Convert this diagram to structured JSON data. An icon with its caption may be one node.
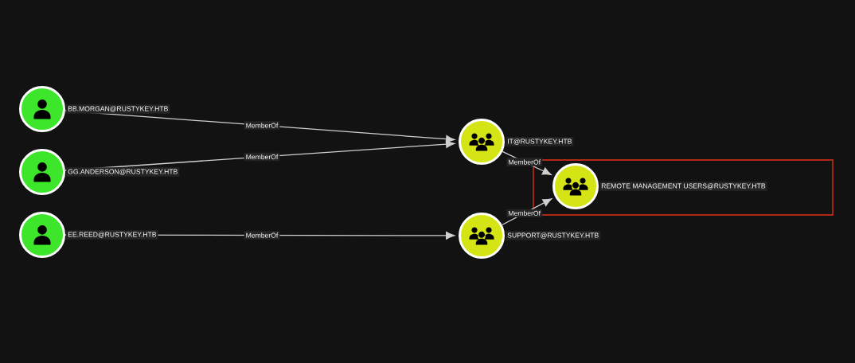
{
  "diagram": {
    "nodes": [
      {
        "text": [
          "BB.MORGAN@RUSTYKEY.HTB"
        ]
      },
      {
        "text": [
          "GG.ANDERSON@RUSTYKEY.HTB"
        ]
      },
      {
        "text": [
          "EE.REED@RUSTYKEY.HTB"
        ]
      },
      {
        "text": [
          "IT@RUSTYKEY.HTB"
        ]
      },
      {
        "text": [
          "SUPPORT@RUSTYKEY.HTB"
        ]
      },
      {
        "text": [
          "REMOTE MANAGEMENT USERS@RUSTYKEY.HTB"
        ]
      }
    ],
    "edges": [
      {
        "from": 0,
        "to": 3,
        "arrow": "to",
        "label": "MemberOf"
      },
      {
        "from": 1,
        "to": 3,
        "arrow": "to",
        "label": "MemberOf"
      },
      {
        "from": 2,
        "to": 4,
        "arrow": "to",
        "label": "MemberOf"
      },
      {
        "from": 3,
        "to": 5,
        "arrow": "to",
        "label": "MemberOf"
      },
      {
        "from": 4,
        "to": 5,
        "arrow": "to",
        "label": "MemberOf"
      }
    ]
  }
}
